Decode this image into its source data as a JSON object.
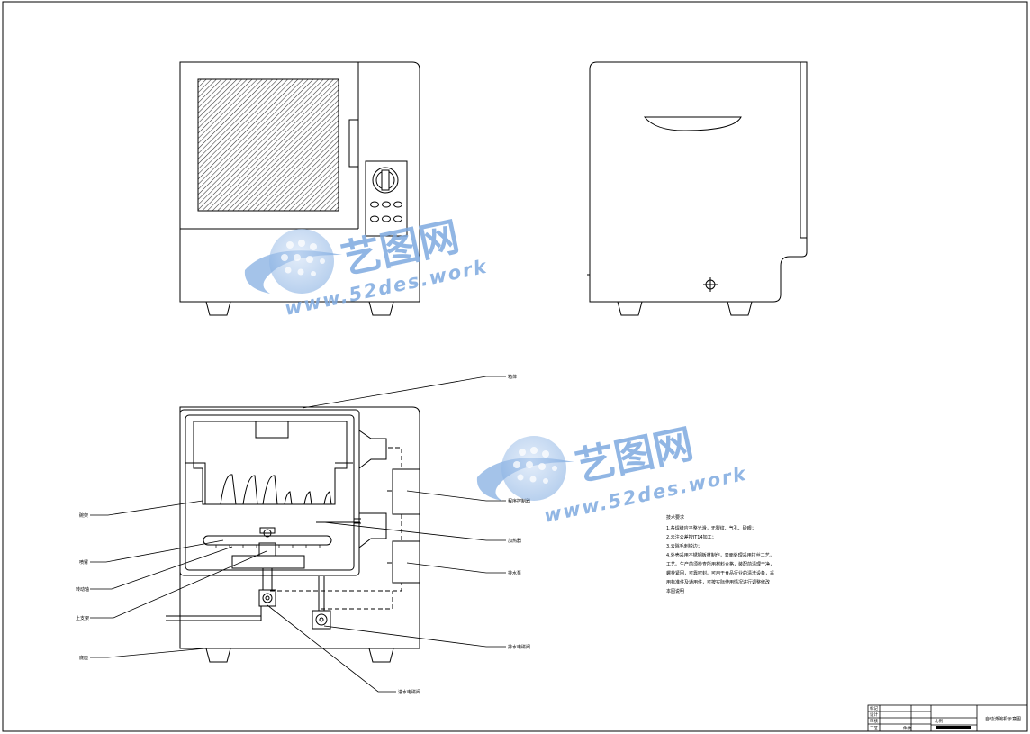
{
  "watermark": {
    "brand_cn": "艺图网",
    "brand_url": "www.52des.work"
  },
  "callouts": {
    "top_cover": "箱体",
    "rack": "碗架",
    "spray_arm": "喷臂",
    "rotary_seal": "转动轴",
    "lower_pump": "上支架",
    "base": "底座",
    "inlet_valve": "进水电磁阀",
    "heater": "加热器",
    "controller": "程序控制器",
    "pump_motor": "排水泵",
    "drain_valve": "排水电磁阀"
  },
  "tech_notes": {
    "title": "技术要求",
    "lines": [
      "1.各焊缝应平整光滑，无裂纹、气孔、砂眼；",
      "2.未注公差按IT14加工；",
      "3.去除毛刺锐边；",
      "4.外壳采用不锈钢板材制作，表面处理采用拉丝工艺，",
      "工艺。生产前须检查所用材料合格，装配前清理干净，",
      "螺栓紧固，可靠密封。可用于食品行业的清洗设备，采",
      "用标准件及通用件，可按实际使用情况进行调整修改",
      "本图说明"
    ]
  },
  "title_block": {
    "drawing_title": "自动洗碗机示意图",
    "row_labels": [
      "标记",
      "设计",
      "审核",
      "工艺"
    ],
    "scale_label": "比例",
    "unit_label": "件数"
  }
}
